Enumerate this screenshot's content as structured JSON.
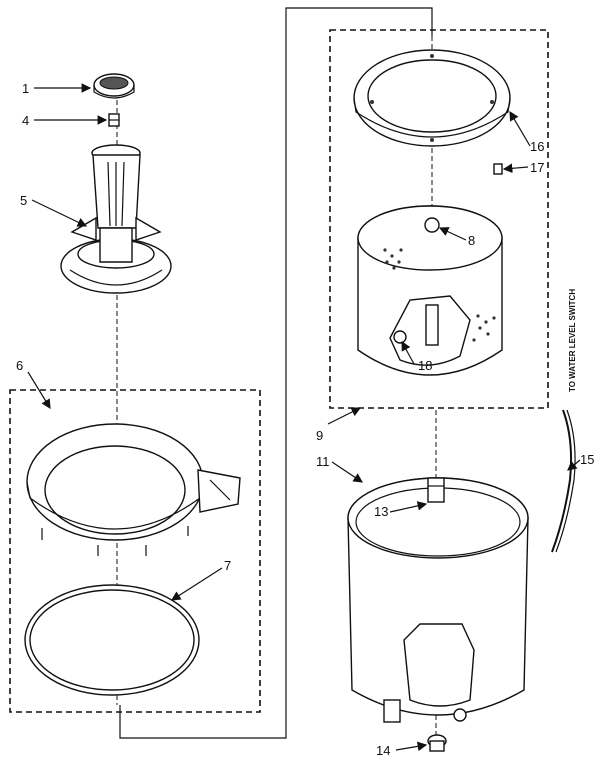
{
  "callouts": [
    {
      "id": "1",
      "text": "1"
    },
    {
      "id": "4",
      "text": "4"
    },
    {
      "id": "5",
      "text": "5"
    },
    {
      "id": "6",
      "text": "6"
    },
    {
      "id": "7",
      "text": "7"
    },
    {
      "id": "8",
      "text": "8"
    },
    {
      "id": "9",
      "text": "9"
    },
    {
      "id": "11",
      "text": "11"
    },
    {
      "id": "13",
      "text": "13"
    },
    {
      "id": "14",
      "text": "14"
    },
    {
      "id": "15",
      "text": "15"
    },
    {
      "id": "16",
      "text": "16"
    },
    {
      "id": "17",
      "text": "17"
    },
    {
      "id": "18",
      "text": "18"
    }
  ],
  "side_note": "TO WATER LEVEL SWITCH"
}
